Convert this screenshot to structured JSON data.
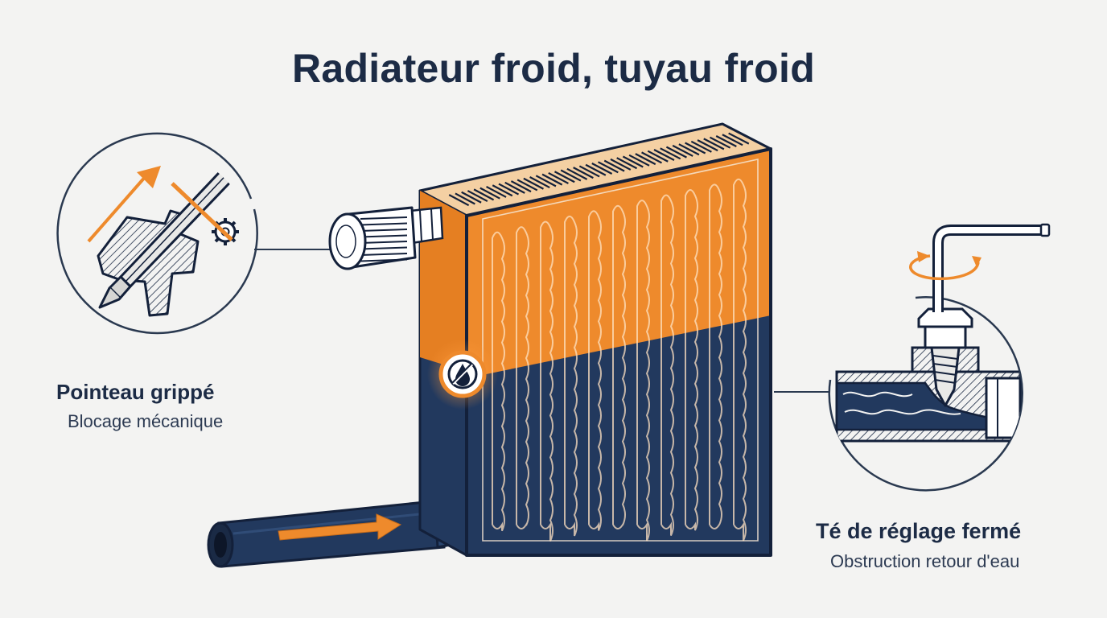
{
  "title": "Radiateur froid, tuyau froid",
  "left_callout": {
    "title": "Pointeau grippé",
    "subtitle": "Blocage mécanique"
  },
  "right_callout": {
    "title": "Té de réglage fermé",
    "subtitle": "Obstruction retour d'eau"
  },
  "colors": {
    "navy": "#1c2b45",
    "orange": "#ee8a2c",
    "background": "#f3f3f2"
  }
}
